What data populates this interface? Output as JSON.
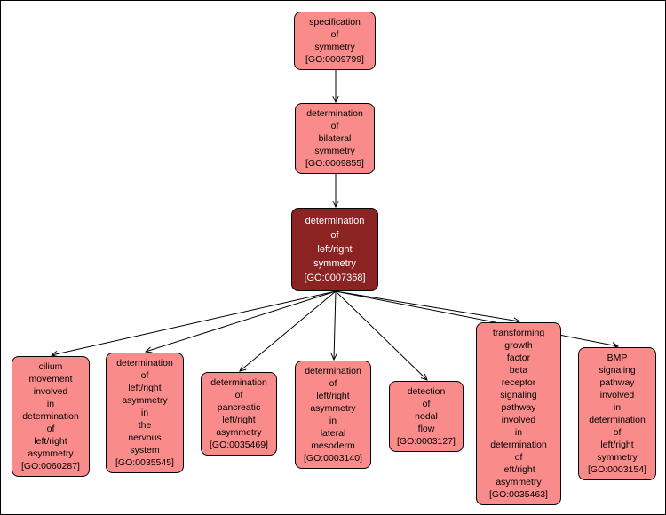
{
  "colors": {
    "background": "#ffffff",
    "node_fill": "#f98b8b",
    "node_border": "#000000",
    "highlight_fill": "#8b2322",
    "edge_color": "#000000",
    "text": "#000000",
    "text_on_highlight": "#ffffff"
  },
  "nodes": [
    {
      "id": "GO:0009799",
      "highlight": false,
      "text": "specification\nof\nsymmetry\n[GO:0009799]"
    },
    {
      "id": "GO:0009855",
      "highlight": false,
      "text": "determination\nof\nbilateral\nsymmetry\n[GO:0009855]"
    },
    {
      "id": "GO:0007368",
      "highlight": true,
      "text": "determination\nof\nleft/right\nsymmetry\n[GO:0007368]"
    },
    {
      "id": "GO:0060287",
      "highlight": false,
      "text": "cilium\nmovement\ninvolved\nin\ndetermination\nof\nleft/right\nasymmetry\n[GO:0060287]"
    },
    {
      "id": "GO:0035545",
      "highlight": false,
      "text": "determination\nof\nleft/right\nasymmetry\nin\nthe\nnervous\nsystem\n[GO:0035545]"
    },
    {
      "id": "GO:0035469",
      "highlight": false,
      "text": "determination\nof\npancreatic\nleft/right\nasymmetry\n[GO:0035469]"
    },
    {
      "id": "GO:0003140",
      "highlight": false,
      "text": "determination\nof\nleft/right\nasymmetry\nin\nlateral\nmesoderm\n[GO:0003140]"
    },
    {
      "id": "GO:0003127",
      "highlight": false,
      "text": "detection\nof\nnodal\nflow\n[GO:0003127]"
    },
    {
      "id": "GO:0035463",
      "highlight": false,
      "text": "transforming\ngrowth\nfactor\nbeta\nreceptor\nsignaling\npathway\ninvolved\nin\ndetermination\nof\nleft/right\nasymmetry\n[GO:0035463]"
    },
    {
      "id": "GO:0003154",
      "highlight": false,
      "text": "BMP\nsignaling\npathway\ninvolved\nin\ndetermination\nof\nleft/right\nsymmetry\n[GO:0003154]"
    }
  ],
  "edges": [
    {
      "from": "GO:0009799",
      "to": "GO:0009855"
    },
    {
      "from": "GO:0009855",
      "to": "GO:0007368"
    },
    {
      "from": "GO:0007368",
      "to": "GO:0060287"
    },
    {
      "from": "GO:0007368",
      "to": "GO:0035545"
    },
    {
      "from": "GO:0007368",
      "to": "GO:0035469"
    },
    {
      "from": "GO:0007368",
      "to": "GO:0003140"
    },
    {
      "from": "GO:0007368",
      "to": "GO:0003127"
    },
    {
      "from": "GO:0007368",
      "to": "GO:0035463"
    },
    {
      "from": "GO:0007368",
      "to": "GO:0003154"
    }
  ]
}
